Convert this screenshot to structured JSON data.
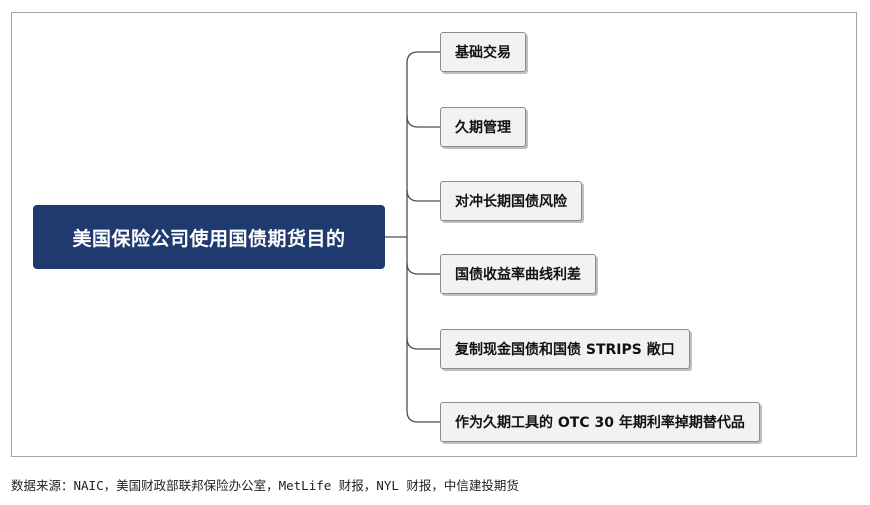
{
  "diagram": {
    "root": "美国保险公司使用国债期货目的",
    "branches": [
      "基础交易",
      "久期管理",
      "对冲长期国债风险",
      "国债收益率曲线利差",
      "复制现金国债和国债 STRIPS 敞口",
      "作为久期工具的 OTC 30 年期利率掉期替代品"
    ]
  },
  "source_note": "数据来源：NAIC，美国财政部联邦保险办公室，MetLife 财报，NYL 财报，中信建投期货",
  "colors": {
    "root_fill": "#1f3a6e",
    "leaf_fill": "#f2f2f2",
    "connector": "#4d4d4d"
  }
}
